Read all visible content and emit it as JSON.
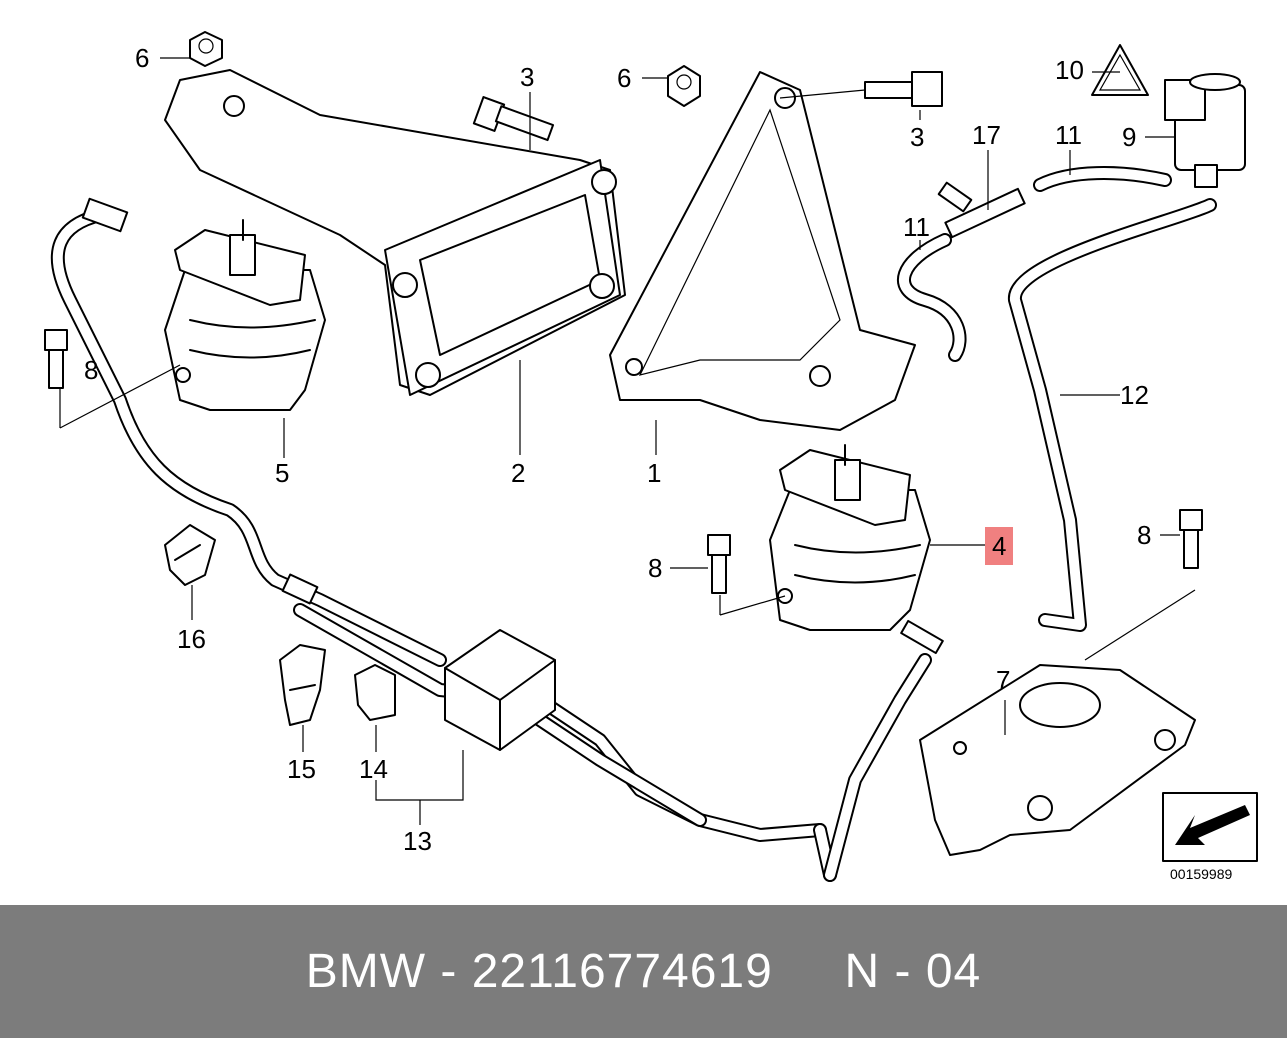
{
  "labels": [
    {
      "id": "6a",
      "text": "6"
    },
    {
      "id": "3a",
      "text": "3"
    },
    {
      "id": "6b",
      "text": "6"
    },
    {
      "id": "3b",
      "text": "3"
    },
    {
      "id": "10",
      "text": "10"
    },
    {
      "id": "9",
      "text": "9"
    },
    {
      "id": "17",
      "text": "17"
    },
    {
      "id": "11a",
      "text": "11"
    },
    {
      "id": "11b",
      "text": "11"
    },
    {
      "id": "8a",
      "text": "8"
    },
    {
      "id": "5",
      "text": "5"
    },
    {
      "id": "2",
      "text": "2"
    },
    {
      "id": "1",
      "text": "1"
    },
    {
      "id": "12",
      "text": "12"
    },
    {
      "id": "4",
      "text": "4"
    },
    {
      "id": "8b",
      "text": "8"
    },
    {
      "id": "8c",
      "text": "8"
    },
    {
      "id": "16",
      "text": "16"
    },
    {
      "id": "7",
      "text": "7"
    },
    {
      "id": "15",
      "text": "15"
    },
    {
      "id": "14",
      "text": "14"
    },
    {
      "id": "13",
      "text": "13"
    }
  ],
  "highlight_color": "#f08080",
  "footer_color": "#7c7c7c",
  "catalog_number": "00159989",
  "footer": {
    "brand": "BMW",
    "part_number": "22116774619",
    "position": "N - 04"
  }
}
